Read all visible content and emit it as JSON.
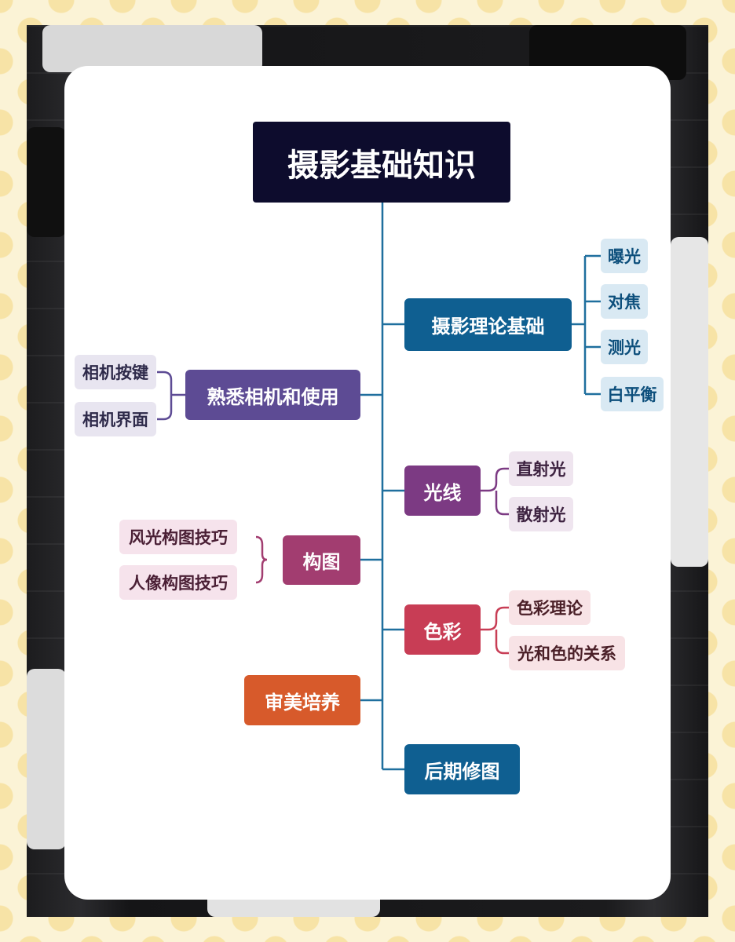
{
  "root": {
    "label": "摄影基础知识",
    "color": "#0d0c2d"
  },
  "branches": [
    {
      "label": "摄影理论基础",
      "color": "#0f5f91",
      "leaf_bg": "#d9e9f3",
      "leaf_color": "#0d4f7c",
      "children": [
        "曝光",
        "对焦",
        "测光",
        "白平衡"
      ]
    },
    {
      "label": "熟悉相机和使用",
      "color": "#5d4b94",
      "leaf_bg": "#e8e5f0",
      "leaf_color": "#2e2a4a",
      "children": [
        "相机按键",
        "相机界面"
      ]
    },
    {
      "label": "光线",
      "color": "#7c3a83",
      "leaf_bg": "#efe5ef",
      "leaf_color": "#3d2240",
      "children": [
        "直射光",
        "散射光"
      ]
    },
    {
      "label": "构图",
      "color": "#a23d70",
      "leaf_bg": "#f6e3ec",
      "leaf_color": "#4a1f35",
      "children": [
        "风光构图技巧",
        "人像构图技巧"
      ]
    },
    {
      "label": "色彩",
      "color": "#c83d55",
      "leaf_bg": "#f8e3e6",
      "leaf_color": "#4a1f27",
      "children": [
        "色彩理论",
        "光和色的关系"
      ]
    },
    {
      "label": "审美培养",
      "color": "#d75a2b",
      "children": []
    },
    {
      "label": "后期修图",
      "color": "#0f5f91",
      "children": []
    }
  ]
}
